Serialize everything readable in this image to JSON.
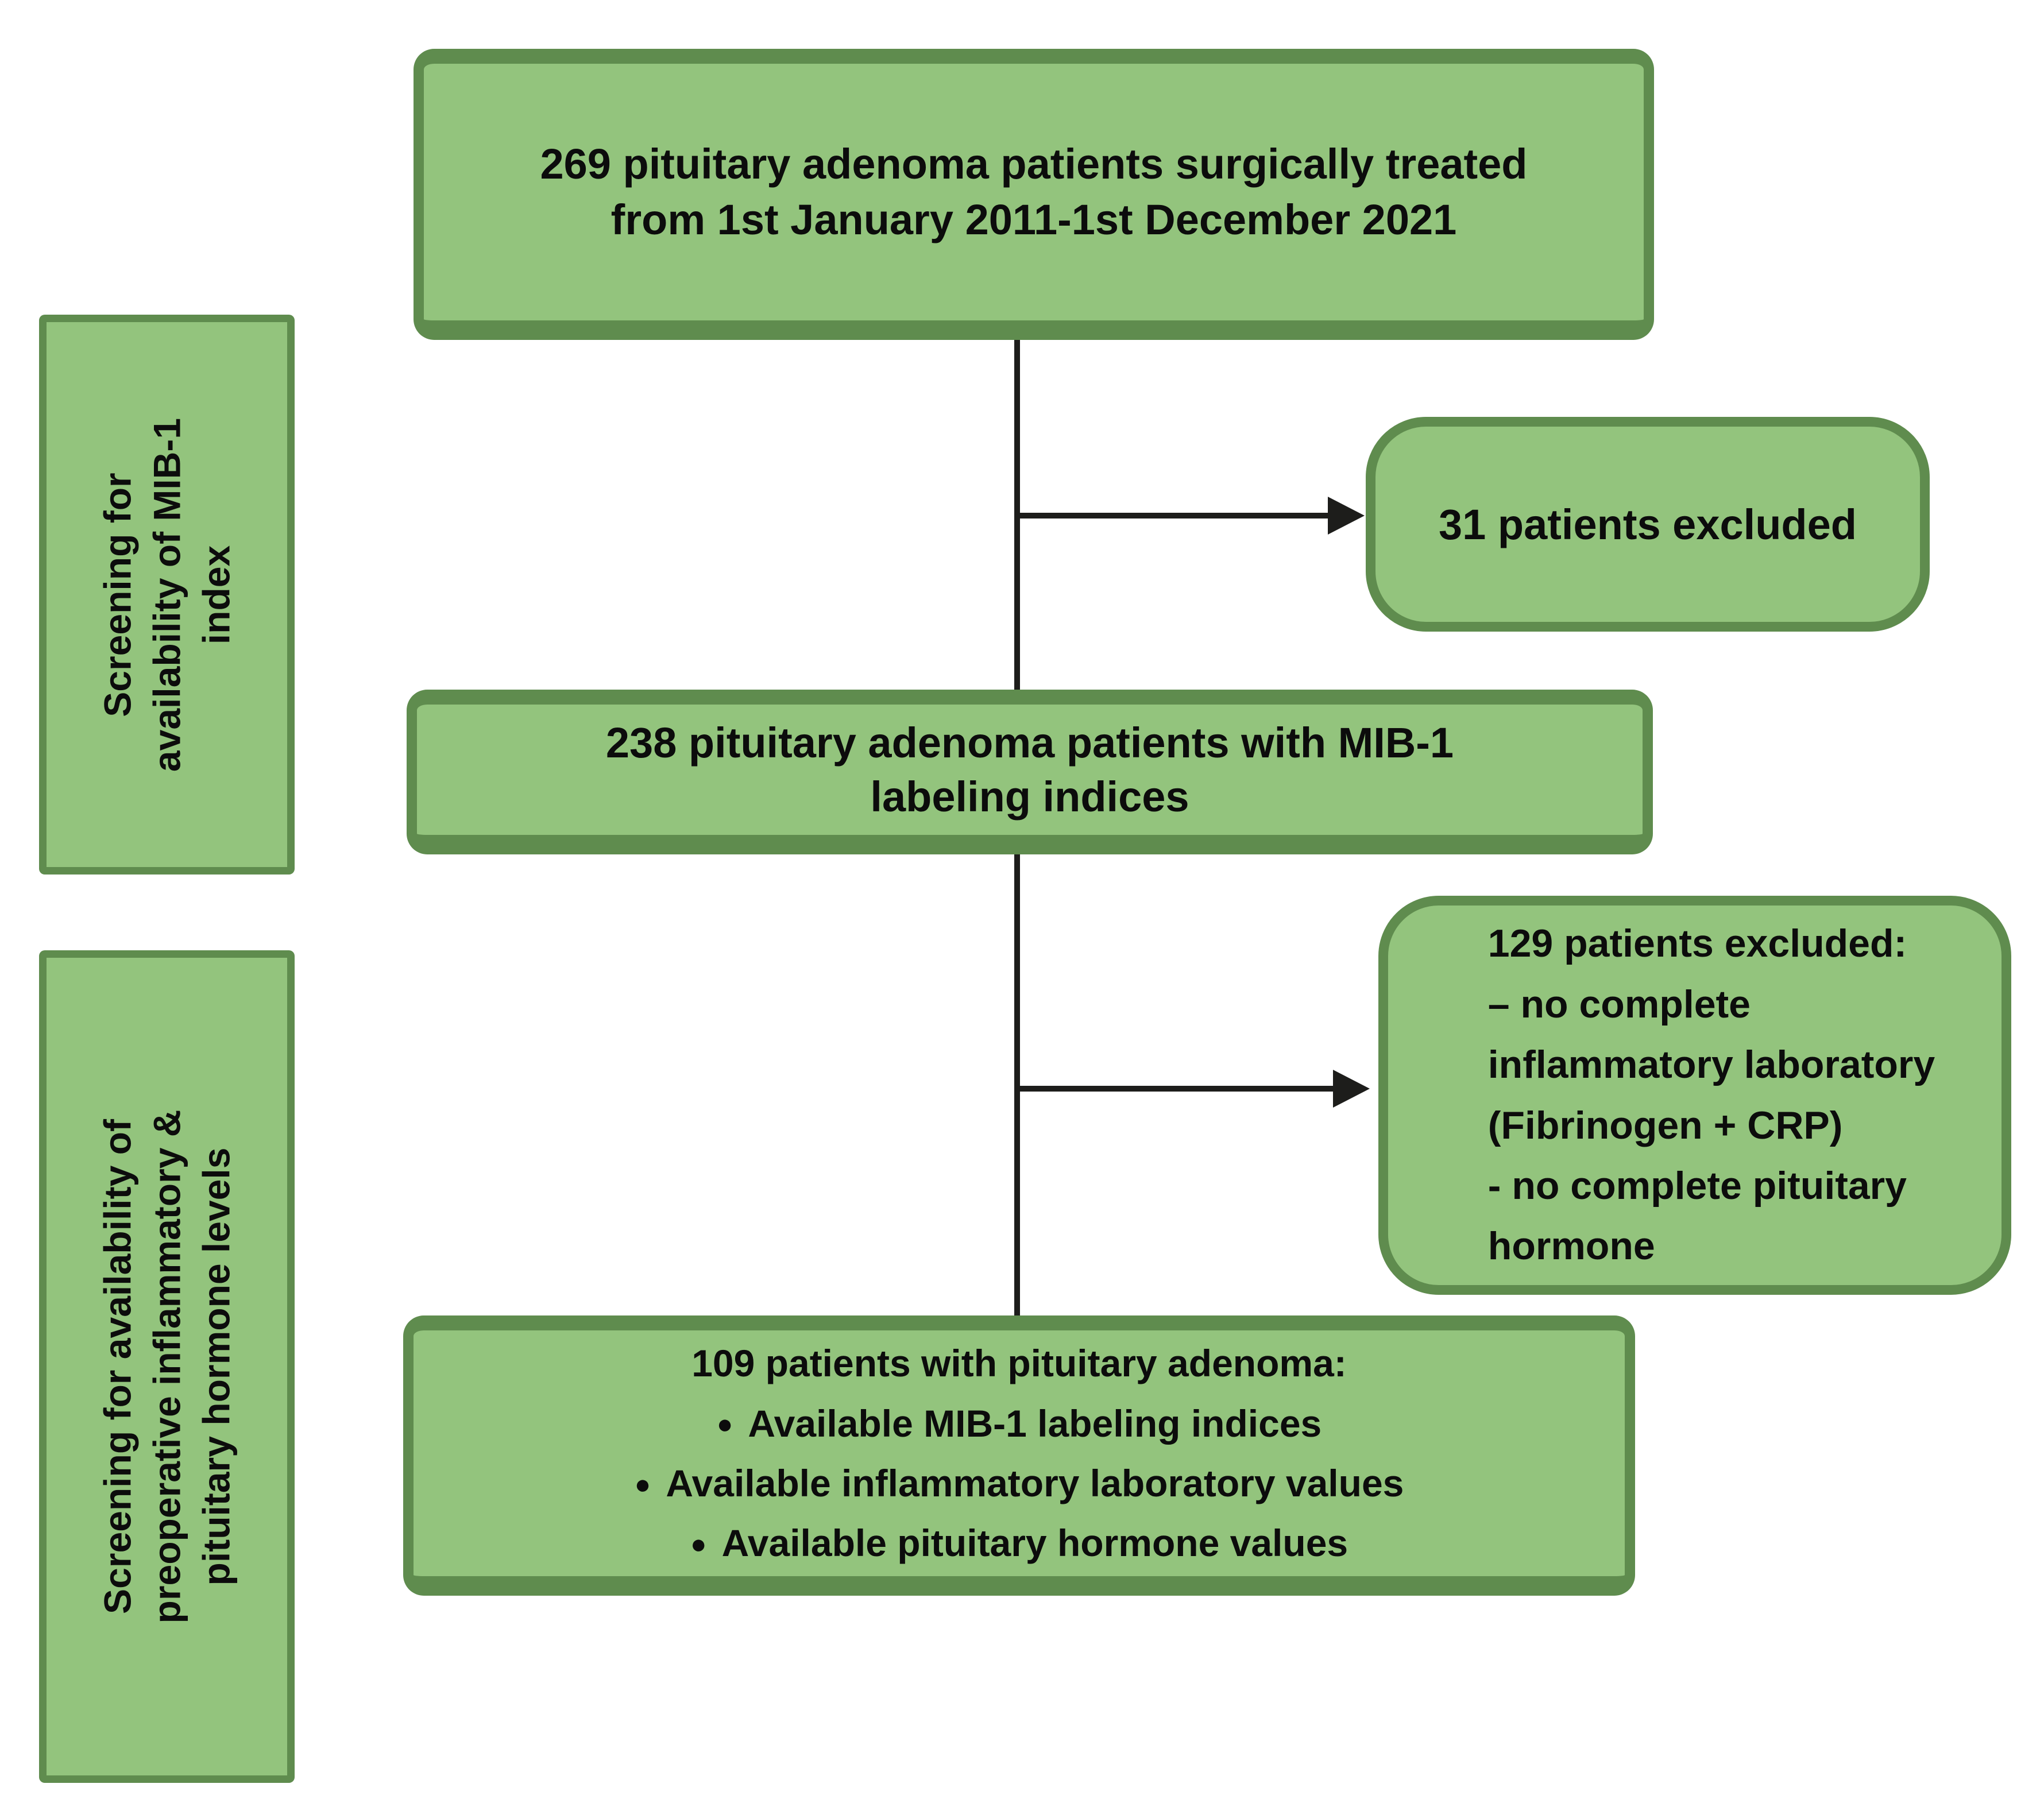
{
  "palette": {
    "background": "#ffffff",
    "box_fill": "#93c47d",
    "box_border": "#5f8c4e",
    "connector": "#1d1d1b",
    "text": "#0c0c0c"
  },
  "top_box": {
    "line1": "269 pituitary adenoma patients surgically treated",
    "line2": "from 1st January 2011-1st December 2021"
  },
  "sidebar_mib": {
    "line1": "Screening for",
    "line2": "availability of MIB-1",
    "line3": "index"
  },
  "excluded_31": {
    "label": "31 patients excluded"
  },
  "box_238": {
    "line1": "238 pituitary adenoma patients with MIB-1",
    "line2": "labeling indices"
  },
  "sidebar_inflammatory": {
    "line1": "Screening for availability of",
    "line2": "preoperative inflammatory &",
    "line3": "pituitary hormone levels"
  },
  "excluded_129": {
    "line1": "129 patients excluded:",
    "line2": "– no complete",
    "line3": "inflammatory laboratory",
    "line4": "(Fibrinogen + CRP)",
    "line5": "- no complete pituitary",
    "line6": "hormone"
  },
  "box_109": {
    "title": "109 patients with pituitary adenoma:",
    "bullet": "●",
    "item1": "Available MIB-1 labeling indices",
    "item2": "Available inflammatory laboratory values",
    "item3": "Available pituitary hormone values"
  }
}
